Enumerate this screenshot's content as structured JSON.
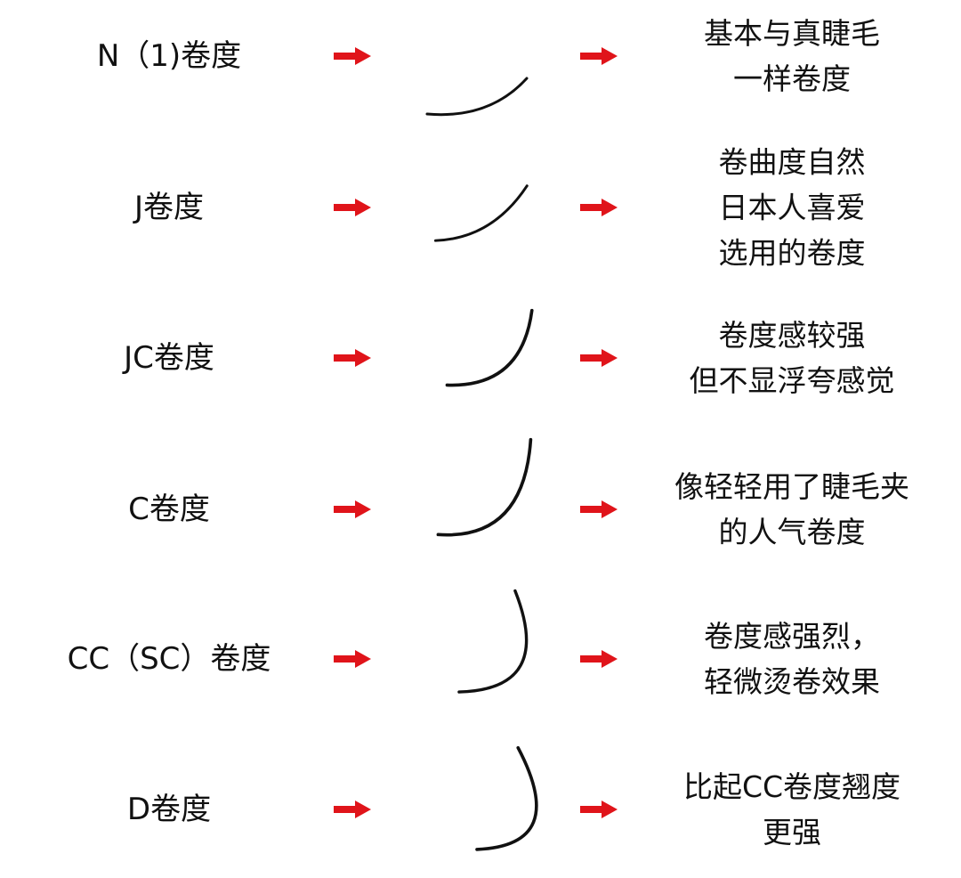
{
  "rows": [
    {
      "label": "N（1)卷度",
      "description": [
        "基本与真睫毛",
        "一样卷度"
      ]
    },
    {
      "label": "J卷度",
      "description": [
        "卷曲度自然",
        "日本人喜爱",
        "选用的卷度"
      ]
    },
    {
      "label": "JC卷度",
      "description": [
        "卷度感较强",
        "但不显浮夸感觉"
      ]
    },
    {
      "label": "C卷度",
      "description": [
        "像轻轻用了睫毛夹",
        "的人气卷度"
      ]
    },
    {
      "label": "CC（SC）卷度",
      "description": [
        "卷度感强烈，",
        "轻微烫卷效果"
      ]
    },
    {
      "label": "D卷度",
      "description": [
        "比起CC卷度翘度",
        "更强"
      ]
    }
  ],
  "colors": {
    "arrow": "#e0141a",
    "curve": "#111111",
    "text": "#111111"
  },
  "icons": {
    "arrow": "right-arrow-icon",
    "curl": "lash-curl-icon"
  }
}
